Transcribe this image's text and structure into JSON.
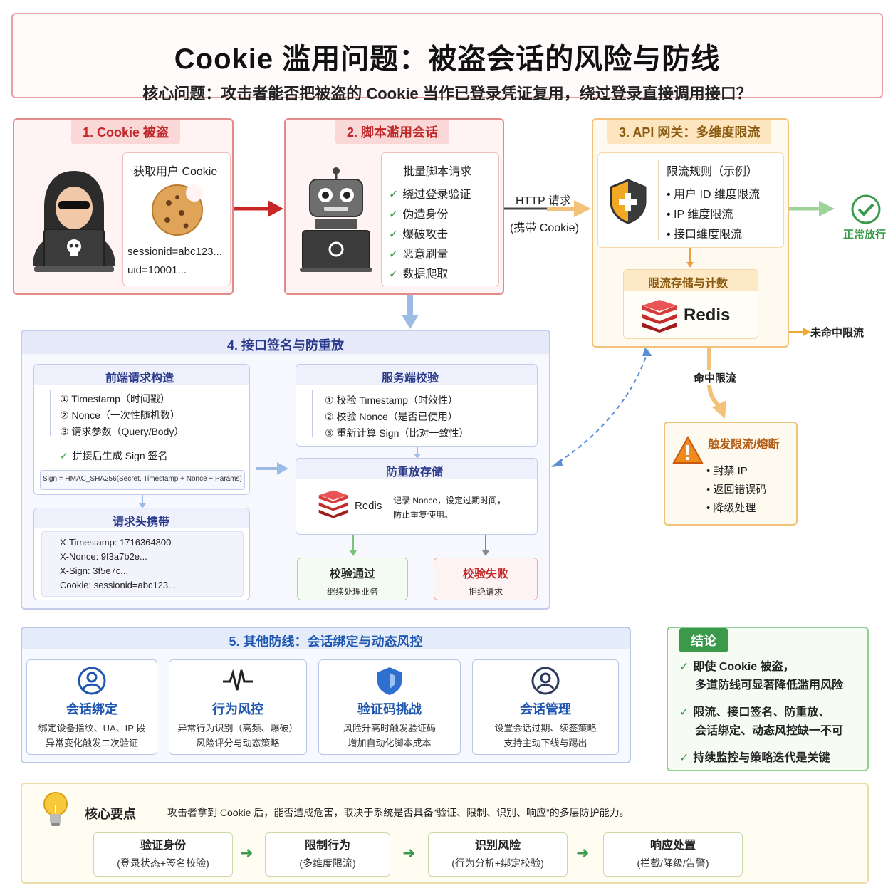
{
  "header": {
    "title": "Cookie 滥用问题：被盗会话的风险与防线",
    "subtitle": "核心问题：攻击者能否把被盗的 Cookie 当作已登录凭证复用，绕过登录直接调用接口？"
  },
  "stage1": {
    "tag": "1. Cookie 被盗",
    "box_title": "获取用户 Cookie",
    "line1": "sessionid=abc123...",
    "line2": "uid=10001..."
  },
  "stage2": {
    "tag": "2. 脚本滥用会话",
    "box_title": "批量脚本请求",
    "items": [
      "绕过登录验证",
      "伪造身份",
      "爆破攻击",
      "恶意刷量",
      "数据爬取"
    ]
  },
  "http": {
    "label1": "HTTP 请求",
    "label2": "(携带 Cookie)"
  },
  "stage3": {
    "tag": "3. API 网关：多维度限流",
    "rules_title": "限流规则（示例）",
    "rules": [
      "• 用户 ID 维度限流",
      "• IP 维度限流",
      "• 接口维度限流"
    ],
    "store_title": "限流存储与计数",
    "store_name": "Redis"
  },
  "pass_label": "正常放行",
  "miss_label": "未命中限流",
  "hit_label": "命中限流",
  "trigger": {
    "title": "触发限流/熔断",
    "items": [
      "• 封禁 IP",
      "• 返回错误码",
      "• 降级处理"
    ]
  },
  "stage4": {
    "title": "4. 接口签名与防重放",
    "frontend": {
      "title": "前端请求构造",
      "items": [
        "① Timestamp（时间戳）",
        "② Nonce（一次性随机数）",
        "③ 请求参数（Query/Body）"
      ],
      "sign_line": "拼接后生成 Sign 签名",
      "formula": "Sign = HMAC_SHA256(Secret, Timestamp + Nonce + Params)"
    },
    "headers": {
      "title": "请求头携带",
      "items": [
        "X-Timestamp: 1716364800",
        "X-Nonce: 9f3a7b2e...",
        "X-Sign: 3f5e7c...",
        "Cookie: sessionid=abc123..."
      ]
    },
    "server": {
      "title": "服务端校验",
      "items": [
        "① 校验 Timestamp（时效性）",
        "② 校验 Nonce（是否已使用）",
        "③ 重新计算 Sign（比对一致性）"
      ]
    },
    "replay": {
      "title": "防重放存储",
      "redis": "Redis",
      "note1": "记录 Nonce，设定过期时间，",
      "note2": "防止重复使用。"
    },
    "ok": {
      "title": "校验通过",
      "sub": "继续处理业务"
    },
    "fail": {
      "title": "校验失败",
      "sub": "拒绝请求"
    }
  },
  "stage5": {
    "title": "5. 其他防线：会话绑定与动态风控",
    "cards": [
      {
        "title": "会话绑定",
        "l1": "绑定设备指纹、UA、IP 段",
        "l2": "异常变化触发二次验证"
      },
      {
        "title": "行为风控",
        "l1": "异常行为识别（高频、爆破）",
        "l2": "风险评分与动态策略"
      },
      {
        "title": "验证码挑战",
        "l1": "风险升高时触发验证码",
        "l2": "增加自动化脚本成本"
      },
      {
        "title": "会话管理",
        "l1": "设置会话过期、续签策略",
        "l2": "支持主动下线与踢出"
      }
    ]
  },
  "conclusion": {
    "tag": "结论",
    "items": [
      {
        "l1": "即使 Cookie 被盗，",
        "l2": "多道防线可显著降低滥用风险"
      },
      {
        "l1": "限流、接口签名、防重放、",
        "l2": "会话绑定、动态风控缺一不可"
      },
      {
        "l1": "持续监控与策略迭代是关键",
        "l2": ""
      }
    ]
  },
  "keypoints": {
    "title": "核心要点",
    "desc": "攻击者拿到 Cookie 后，能否造成危害，取决于系统是否具备“验证、限制、识别、响应”的多层防护能力。",
    "steps": [
      {
        "a": "验证身份",
        "b": "(登录状态+签名校验)"
      },
      {
        "a": "限制行为",
        "b": "(多维度限流)"
      },
      {
        "a": "识别风险",
        "b": "(行为分析+绑定校验)"
      },
      {
        "a": "响应处置",
        "b": "(拦截/降级/告警)"
      }
    ]
  },
  "colors": {
    "red": "#d93a3a",
    "orange": "#f0a830",
    "blue": "#2b3a8c",
    "green": "#3a9a4a"
  }
}
